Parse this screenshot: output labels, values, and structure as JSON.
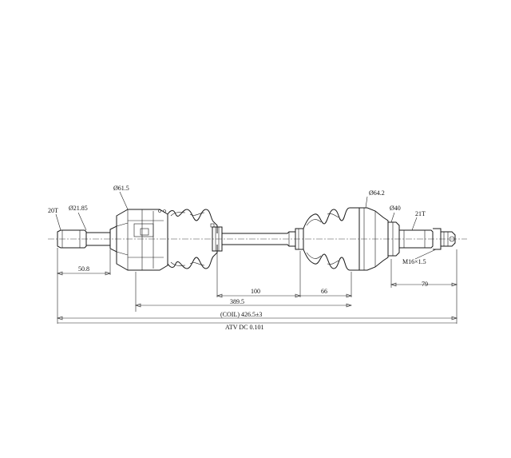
{
  "diagram": {
    "labels": {
      "spline_left": "20T",
      "dia_left_shaft": "Ø21.85",
      "dia_joint": "Ø61.5",
      "dia_right_joint": "Ø64.2",
      "dia_right_body": "Ø40",
      "spline_right": "21T",
      "thread": "M16×1.5",
      "len_left_stub": "50.8",
      "len_shaft": "100",
      "len_right_boot": "66",
      "len_right_stub": "79",
      "len_mid": "389.5",
      "len_coil": "(COIL) 426.5±3",
      "len_total": "ATV DC 0.101"
    }
  }
}
